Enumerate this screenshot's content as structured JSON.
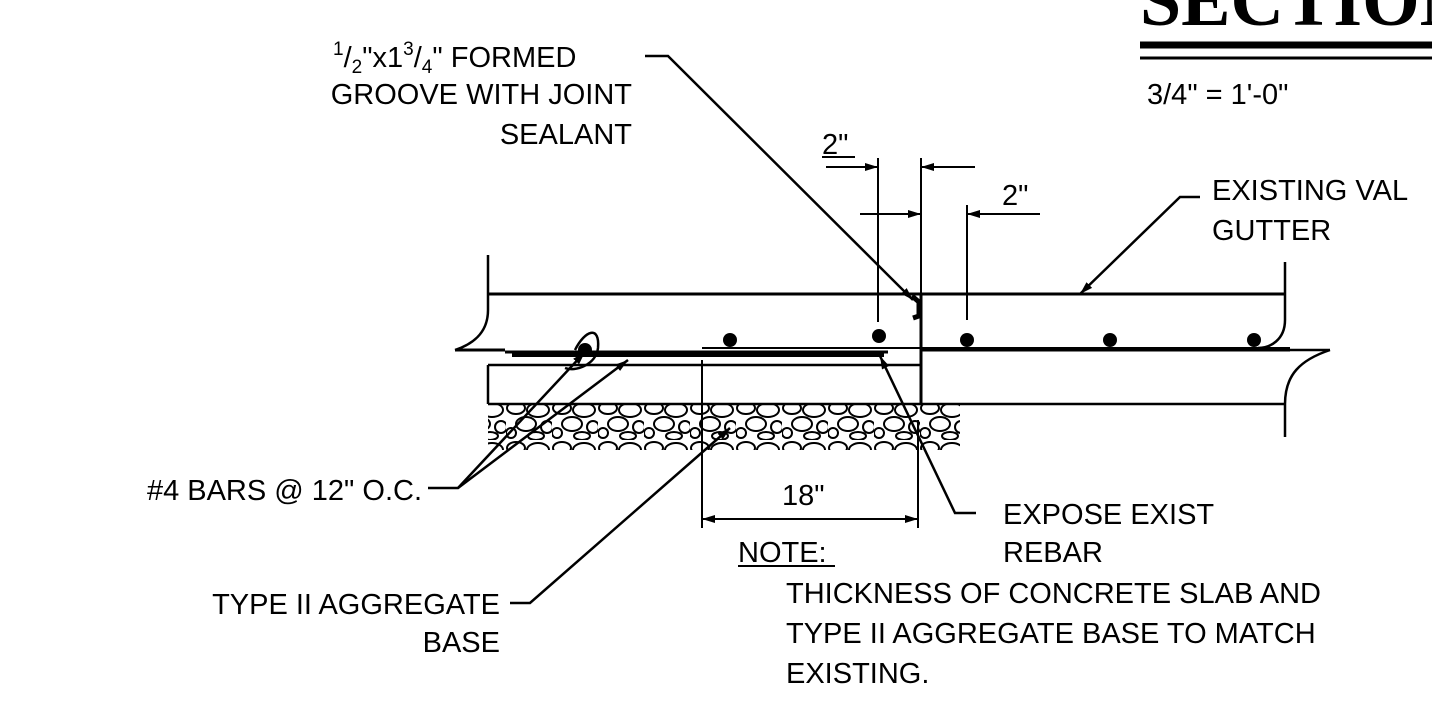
{
  "title": {
    "text": "SECTION",
    "scale": "3/4\" = 1'-0\""
  },
  "labels": {
    "groove": {
      "frac1_num": "1",
      "frac1_den": "2",
      "frac_x": "\"x1",
      "frac2_num": "3",
      "frac2_den": "4",
      "line1_tail": "\" FORMED",
      "line2": "GROOVE WITH JOINT",
      "line3": "SEALANT"
    },
    "dim_2in_left": "2\"",
    "dim_2in_right": "2\"",
    "existing_gutter": {
      "line1": "EXISTING VAL",
      "line2": "GUTTER"
    },
    "bars": "#4 BARS @ 12\" O.C.",
    "aggregate": {
      "line1": "TYPE II AGGREGATE",
      "line2": "BASE"
    },
    "dim_18in": "18\"",
    "expose": {
      "line1": "EXPOSE EXIST",
      "line2": "REBAR"
    },
    "note": {
      "heading": "NOTE:",
      "line1": "THICKNESS OF CONCRETE SLAB AND",
      "line2": "TYPE II AGGREGATE BASE TO MATCH",
      "line3": "EXISTING."
    }
  }
}
